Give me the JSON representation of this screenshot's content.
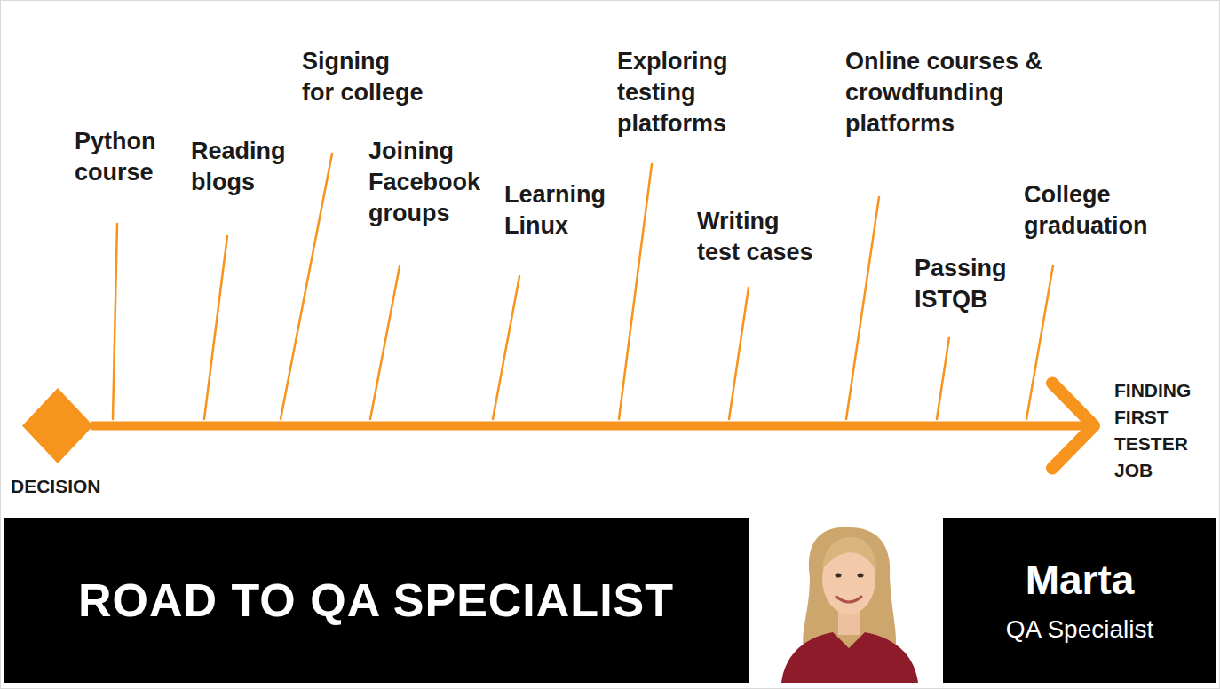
{
  "diagram": {
    "nodes": [
      {
        "text": [
          "DECISION"
        ]
      },
      {
        "text": [
          "FINDING FIRST TESTER JOB"
        ]
      },
      {
        "text": [
          "ROAD TO QA SPECIALIST"
        ]
      },
      {
        "text": [
          "Marta",
          "QA Specialist"
        ]
      }
    ],
    "edges": [
      {
        "from": 0,
        "to": 1,
        "arrow": "to"
      }
    ],
    "labels": [
      "Python course",
      "Reading blogs",
      "Signing for college",
      "Joining Facebook groups",
      "Learning Linux",
      "Exploring testing platforms",
      "Writing test cases",
      "Online courses & crowdfunding platforms",
      "Passing ISTQB",
      "College graduation"
    ]
  }
}
